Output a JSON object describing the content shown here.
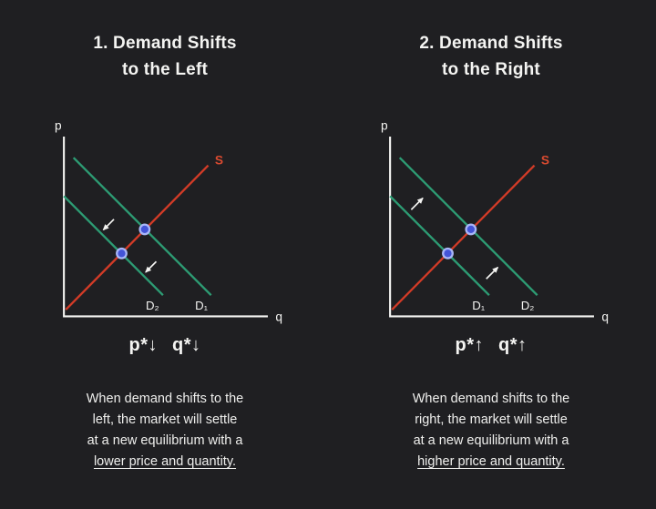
{
  "colors": {
    "background": "#1f1f22",
    "text": "#f4f4f2",
    "supply_curve": "#d23b27",
    "demand_curve": "#2d9c74",
    "equilibrium_point_fill": "#4354d8",
    "equilibrium_point_ring": "#a9b6f7",
    "axis": "#f4f4f2"
  },
  "panels": [
    {
      "title_line1": "1. Demand Shifts",
      "title_line2": "to the Left",
      "y_axis_label": "p",
      "x_axis_label": "q",
      "supply_label": "S",
      "demand_label_left": "D₂",
      "demand_label_right": "D₁",
      "shift_direction": "left",
      "result_p": "p*↓",
      "result_q": "q*↓",
      "caption_line1": "When demand shifts to the",
      "caption_line2": "left, the market will settle",
      "caption_line3": "at a new equilibrium with a",
      "caption_line4_underlined": "lower price and quantity."
    },
    {
      "title_line1": "2. Demand Shifts",
      "title_line2": "to the Right",
      "y_axis_label": "p",
      "x_axis_label": "q",
      "supply_label": "S",
      "demand_label_left": "D₁",
      "demand_label_right": "D₂",
      "shift_direction": "right",
      "result_p": "p*↑",
      "result_q": "q*↑",
      "caption_line1": "When demand shifts to the",
      "caption_line2": "right, the market will settle",
      "caption_line3": "at a new equilibrium with a",
      "caption_line4_underlined": "higher price and quantity."
    }
  ]
}
